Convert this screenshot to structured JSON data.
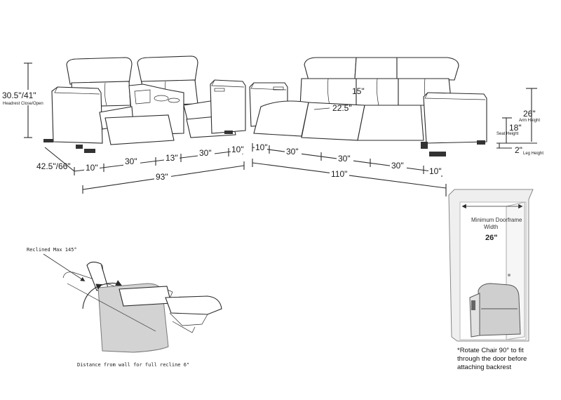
{
  "loveseat": {
    "headrest_height": "30.5\"/41\"",
    "headrest_caption": "Headrest Close/Open",
    "depth": "42.5\"/66\"",
    "segments": [
      "10\"",
      "30\"",
      "13\"",
      "30\"",
      "10\""
    ],
    "total_width": "93\""
  },
  "sofa": {
    "segments": [
      "10\"",
      "30\"",
      "30\"",
      "30\"",
      "10\""
    ],
    "total_width": "110\"",
    "back_height": "15\"",
    "seat_depth": "22.5\""
  },
  "heights": {
    "arm_value": "26\"",
    "arm_caption": "Arm Height",
    "seat_value": "18\"",
    "seat_caption": "Seat Height",
    "leg_value": "2\"",
    "leg_caption": "Leg Height"
  },
  "recline": {
    "angle_label": "Reclined Max 145°",
    "wall_distance_label": "Distance from wall for full recline 6\""
  },
  "doorframe": {
    "title_line1": "Minimum Doorframe",
    "title_line2": "Width",
    "width_value": "26\"",
    "note_line1": "*Rotate Chair 90° to fit",
    "note_line2": "through the door before",
    "note_line3": "attaching backrest"
  }
}
